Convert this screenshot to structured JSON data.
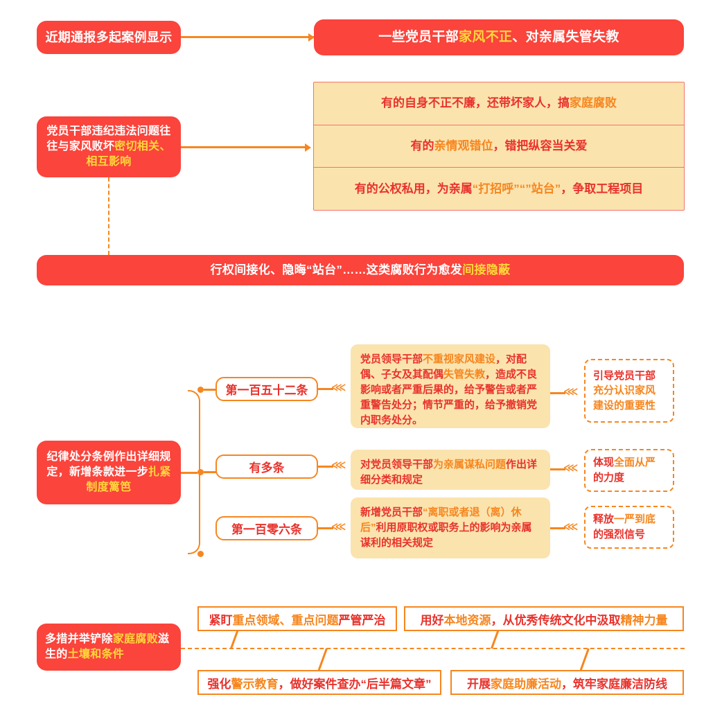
{
  "section1": {
    "source_box": {
      "text": "近期通报多起案例显示"
    },
    "headline_box": {
      "pre": "一些党员干部",
      "hl": "家风不正",
      "post": "、对亲属失管失教"
    },
    "cause_box": {
      "pre": "党员干部违纪违法问题往往与家风败坏",
      "hl": "密切相关、相互影响"
    },
    "table_rows": [
      {
        "pre": "有的自身不正不廉，还带坏家人，搞",
        "hl": "家庭腐败",
        "post": ""
      },
      {
        "pre": "有的",
        "hl": "亲情观错位",
        "post": "，错把纵容当关爱"
      },
      {
        "pre": "有的公权私用，为亲属",
        "hl": "“打招呼”“”站台”",
        "post": "，争取工程项目"
      }
    ],
    "banner": {
      "pre": "行权间接化、隐晦“站台”……这类腐败行为愈发",
      "hl": "间接隐蔽"
    }
  },
  "section2": {
    "lead_box": {
      "pre": "纪律处分条例作出详细规定，新增条款进一步",
      "hl": "扎紧制度篱笆"
    },
    "arrow_glyph": "⋘",
    "items": [
      {
        "chip": "第一百五十二条",
        "detail": [
          {
            "t": "党员领导干部",
            "hl": false
          },
          {
            "t": "不重视家风建设",
            "hl": true
          },
          {
            "t": "，对配偶、子女及其配偶",
            "hl": false
          },
          {
            "t": "失管失教",
            "hl": true
          },
          {
            "t": "，造成不良影响或者严重后果的，给予警告或者严重警告处分；情节严重的，给予撤销党内职务处分。",
            "hl": false
          }
        ],
        "outcome": [
          {
            "t": "引导党员干部",
            "hl": false
          },
          {
            "t": "充分认识家风建设的重要性",
            "hl": true
          }
        ]
      },
      {
        "chip": "有多条",
        "detail": [
          {
            "t": "对党员领导干部",
            "hl": false
          },
          {
            "t": "为亲属谋私问题",
            "hl": true
          },
          {
            "t": "作出详细分类和规定",
            "hl": false
          }
        ],
        "outcome": [
          {
            "t": "体现",
            "hl": false
          },
          {
            "t": "全面从严",
            "hl": true
          },
          {
            "t": "的力度",
            "hl": false
          }
        ]
      },
      {
        "chip": "第一百零六条",
        "detail": [
          {
            "t": "新增党员干部",
            "hl": false
          },
          {
            "t": "“离职或者退（离）休后”",
            "hl": true
          },
          {
            "t": "利用原职权或职务上的影响为亲属谋利的相关规定",
            "hl": false
          }
        ],
        "outcome": [
          {
            "t": "释放",
            "hl": false
          },
          {
            "t": "一严到底",
            "hl": true
          },
          {
            "t": "的强烈信号",
            "hl": false
          }
        ]
      }
    ]
  },
  "section3": {
    "lead_box": {
      "pre": "多措并举铲除",
      "hl1": "家庭腐败",
      "mid": "滋生的",
      "hl2": "土壤和条件"
    },
    "measures": [
      [
        {
          "t": "紧盯",
          "hl": false
        },
        {
          "t": "重点领域、重点问题",
          "hl": true
        },
        {
          "t": "严管严治",
          "hl": false
        }
      ],
      [
        {
          "t": "用好",
          "hl": false
        },
        {
          "t": "本地资源",
          "hl": true
        },
        {
          "t": "，从优秀传统文化中汲取",
          "hl": false
        },
        {
          "t": "精神力量",
          "hl": true
        }
      ],
      [
        {
          "t": "强化",
          "hl": false
        },
        {
          "t": "警示教育",
          "hl": true
        },
        {
          "t": "，做好案件查办“后半篇文章”",
          "hl": false
        }
      ],
      [
        {
          "t": "开展",
          "hl": false
        },
        {
          "t": "家庭助廉活动",
          "hl": true
        },
        {
          "t": "，筑牢家庭廉洁防线",
          "hl": false
        }
      ]
    ]
  },
  "colors": {
    "red": "#fa443c",
    "orange": "#f6861f",
    "cream": "#fbe3ae",
    "deep_red_text": "#e8322c",
    "yellow": "#ffd83a"
  }
}
